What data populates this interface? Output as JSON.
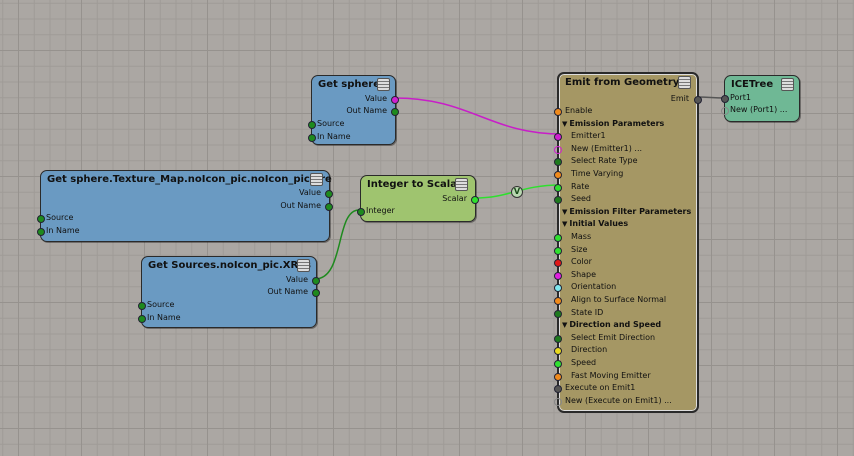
{
  "nodes": {
    "get_sphere": {
      "title": "Get sphere",
      "outputs": [
        "Value",
        "Out Name"
      ],
      "inputs": [
        "Source",
        "In Name"
      ]
    },
    "get_texture_map": {
      "title": "Get sphere.Texture_Map.noIcon_pic.noIcon_pic.xre",
      "outputs": [
        "Value",
        "Out Name"
      ],
      "inputs": [
        "Source",
        "In Name"
      ]
    },
    "get_xres": {
      "title": "Get Sources.noIcon_pic.XRes",
      "outputs": [
        "Value",
        "Out Name"
      ],
      "inputs": [
        "Source",
        "In Name"
      ]
    },
    "integer_to_scalar": {
      "title": "Integer to Scalar",
      "outputs": [
        "Scalar"
      ],
      "inputs": [
        "Integer"
      ]
    },
    "emit_from_geometry": {
      "title": "Emit from Geometry",
      "output": "Emit",
      "rows": [
        {
          "type": "port",
          "label": "Enable",
          "color": "#f08a1c"
        },
        {
          "type": "section",
          "label": "Emission Parameters"
        },
        {
          "type": "port",
          "label": "Emitter1",
          "color": "#d020d0"
        },
        {
          "type": "port",
          "label": "New (Emitter1) ...",
          "color": "hollow-magenta"
        },
        {
          "type": "port",
          "label": "Select Rate Type",
          "color": "#1e7a1e"
        },
        {
          "type": "port",
          "label": "Time Varying",
          "color": "#f08a1c"
        },
        {
          "type": "port",
          "label": "Rate",
          "color": "#30e030"
        },
        {
          "type": "port",
          "label": "Seed",
          "color": "#1e7a1e"
        },
        {
          "type": "section",
          "label": "Emission Filter Parameters"
        },
        {
          "type": "section",
          "label": "Initial Values"
        },
        {
          "type": "port",
          "label": "Mass",
          "color": "#30e030"
        },
        {
          "type": "port",
          "label": "Size",
          "color": "#30e030"
        },
        {
          "type": "port",
          "label": "Color",
          "color": "#e01818"
        },
        {
          "type": "port",
          "label": "Shape",
          "color": "#e020e0"
        },
        {
          "type": "port",
          "label": "Orientation",
          "color": "#80e8f0"
        },
        {
          "type": "port",
          "label": "Align to Surface Normal",
          "color": "#f08a1c"
        },
        {
          "type": "port",
          "label": "State ID",
          "color": "#1e7a1e"
        },
        {
          "type": "section",
          "label": "Direction and Speed"
        },
        {
          "type": "port",
          "label": "Select Emit Direction",
          "color": "#1e7a1e"
        },
        {
          "type": "port",
          "label": "Direction",
          "color": "#e8d820"
        },
        {
          "type": "port",
          "label": "Speed",
          "color": "#30e030"
        },
        {
          "type": "port",
          "label": "Fast Moving Emitter",
          "color": "#f08a1c"
        },
        {
          "type": "port",
          "label": "Execute on Emit1",
          "color": "#555555"
        },
        {
          "type": "port",
          "label": "New (Execute on Emit1) ...",
          "color": "hollow-gray"
        }
      ]
    },
    "ice_tree": {
      "title": "ICETree",
      "inputs": [
        "Port1",
        "New (Port1) ..."
      ]
    }
  },
  "converter_badge": "V",
  "colors": {
    "wire_magenta": "#c81ec8",
    "wire_green_bright": "#2ee02e",
    "wire_green_dark": "#1e8a1e",
    "wire_gray": "#555555"
  }
}
